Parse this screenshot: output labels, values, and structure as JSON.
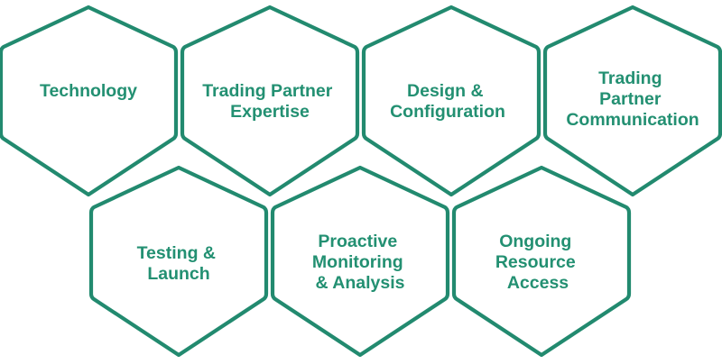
{
  "colors": {
    "stroke": "#228a6f",
    "text": "#239072",
    "background": "#ffffff"
  },
  "hexagons": [
    {
      "lines": [
        "Technology"
      ]
    },
    {
      "lines": [
        "Trading Partner",
        "Expertise"
      ]
    },
    {
      "lines": [
        "Design &",
        "Configuration"
      ]
    },
    {
      "lines": [
        "Trading",
        "Partner",
        "Communication"
      ]
    },
    {
      "lines": [
        "Testing &",
        "Launch"
      ]
    },
    {
      "lines": [
        "Proactive",
        "Monitoring",
        "& Analysis"
      ]
    },
    {
      "lines": [
        "Ongoing",
        "Resource",
        "Access"
      ]
    }
  ]
}
